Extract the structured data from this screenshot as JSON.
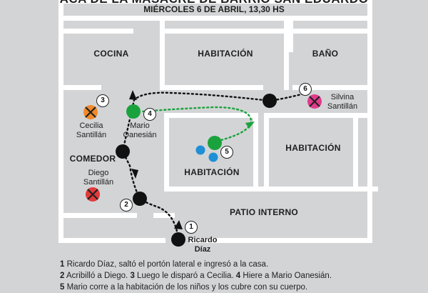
{
  "header": {
    "title": "ACA DE LA MASACRE DE BARRIO SAN EDUARDO",
    "date": "MIÉRCOLES 6 DE ABRIL, 13,30 HS"
  },
  "rooms": {
    "cocina": "COCINA",
    "habitacion_top": "HABITACIÓN",
    "bano": "BAÑO",
    "comedor": "COMEDOR",
    "habitacion_center": "HABITACIÓN",
    "habitacion_right": "HABITACIÓN",
    "patio": "PATIO INTERNO"
  },
  "people": {
    "cecilia": "Cecilia\nSantillán",
    "mario": "Mario\nOanesián",
    "diego": "Diego\nSantillán",
    "silvina": "Silvina\nSantillán",
    "ricardo": "Ricardo\nDíaz"
  },
  "steps": {
    "n1": "1",
    "n2": "2",
    "n3": "3",
    "n4": "4",
    "n5": "5",
    "n6": "6"
  },
  "legend": {
    "l1_num": "1",
    "l1_text": " Ricardo Díaz, saltó el portón lateral e ingresó a la casa.",
    "l2_num": "2",
    "l2_text": " Acribilló a Diego. ",
    "l3_num": "3",
    "l3_text": " Luego le disparó a Cecilia. ",
    "l4_num": "4",
    "l4_text": " Hiere a Mario Oanesián.",
    "l5_num": "5",
    "l5_text": " Mario corre a la habitación de los niños y los cubre con su cuerpo."
  },
  "colors": {
    "wall": "#ffffff",
    "floor": "#d3d4d6",
    "attacker": "#111111",
    "injured": "#1aa33c",
    "child": "#1f8fd6",
    "victim_red": "#e23a3a",
    "victim_orange": "#f08a2a",
    "victim_pink": "#e23a8c",
    "path_black": "#111111",
    "path_green": "#1aa33c"
  }
}
